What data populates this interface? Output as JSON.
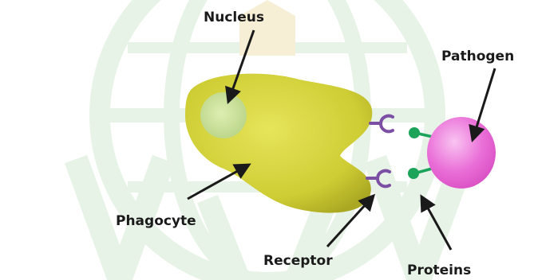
{
  "labels": {
    "nucleus": "Nucleus",
    "pathogen": "Pathogen",
    "phagocyte": "Phagocyte",
    "receptor": "Receptor",
    "proteins": "Proteins"
  },
  "colors": {
    "watermark": "#d9ecd9",
    "watermark_accent": "#efe1b3",
    "phagocyte_fill": "#d3d23c",
    "phagocyte_dark": "#a8a81c",
    "nucleus_fill": "#c5dd9a",
    "receptor": "#7b4fa3",
    "protein": "#1ca35a",
    "pathogen_fill": "#e65fd2",
    "pathogen_light": "#f6b6ee",
    "arrow": "#1a1a1a"
  }
}
